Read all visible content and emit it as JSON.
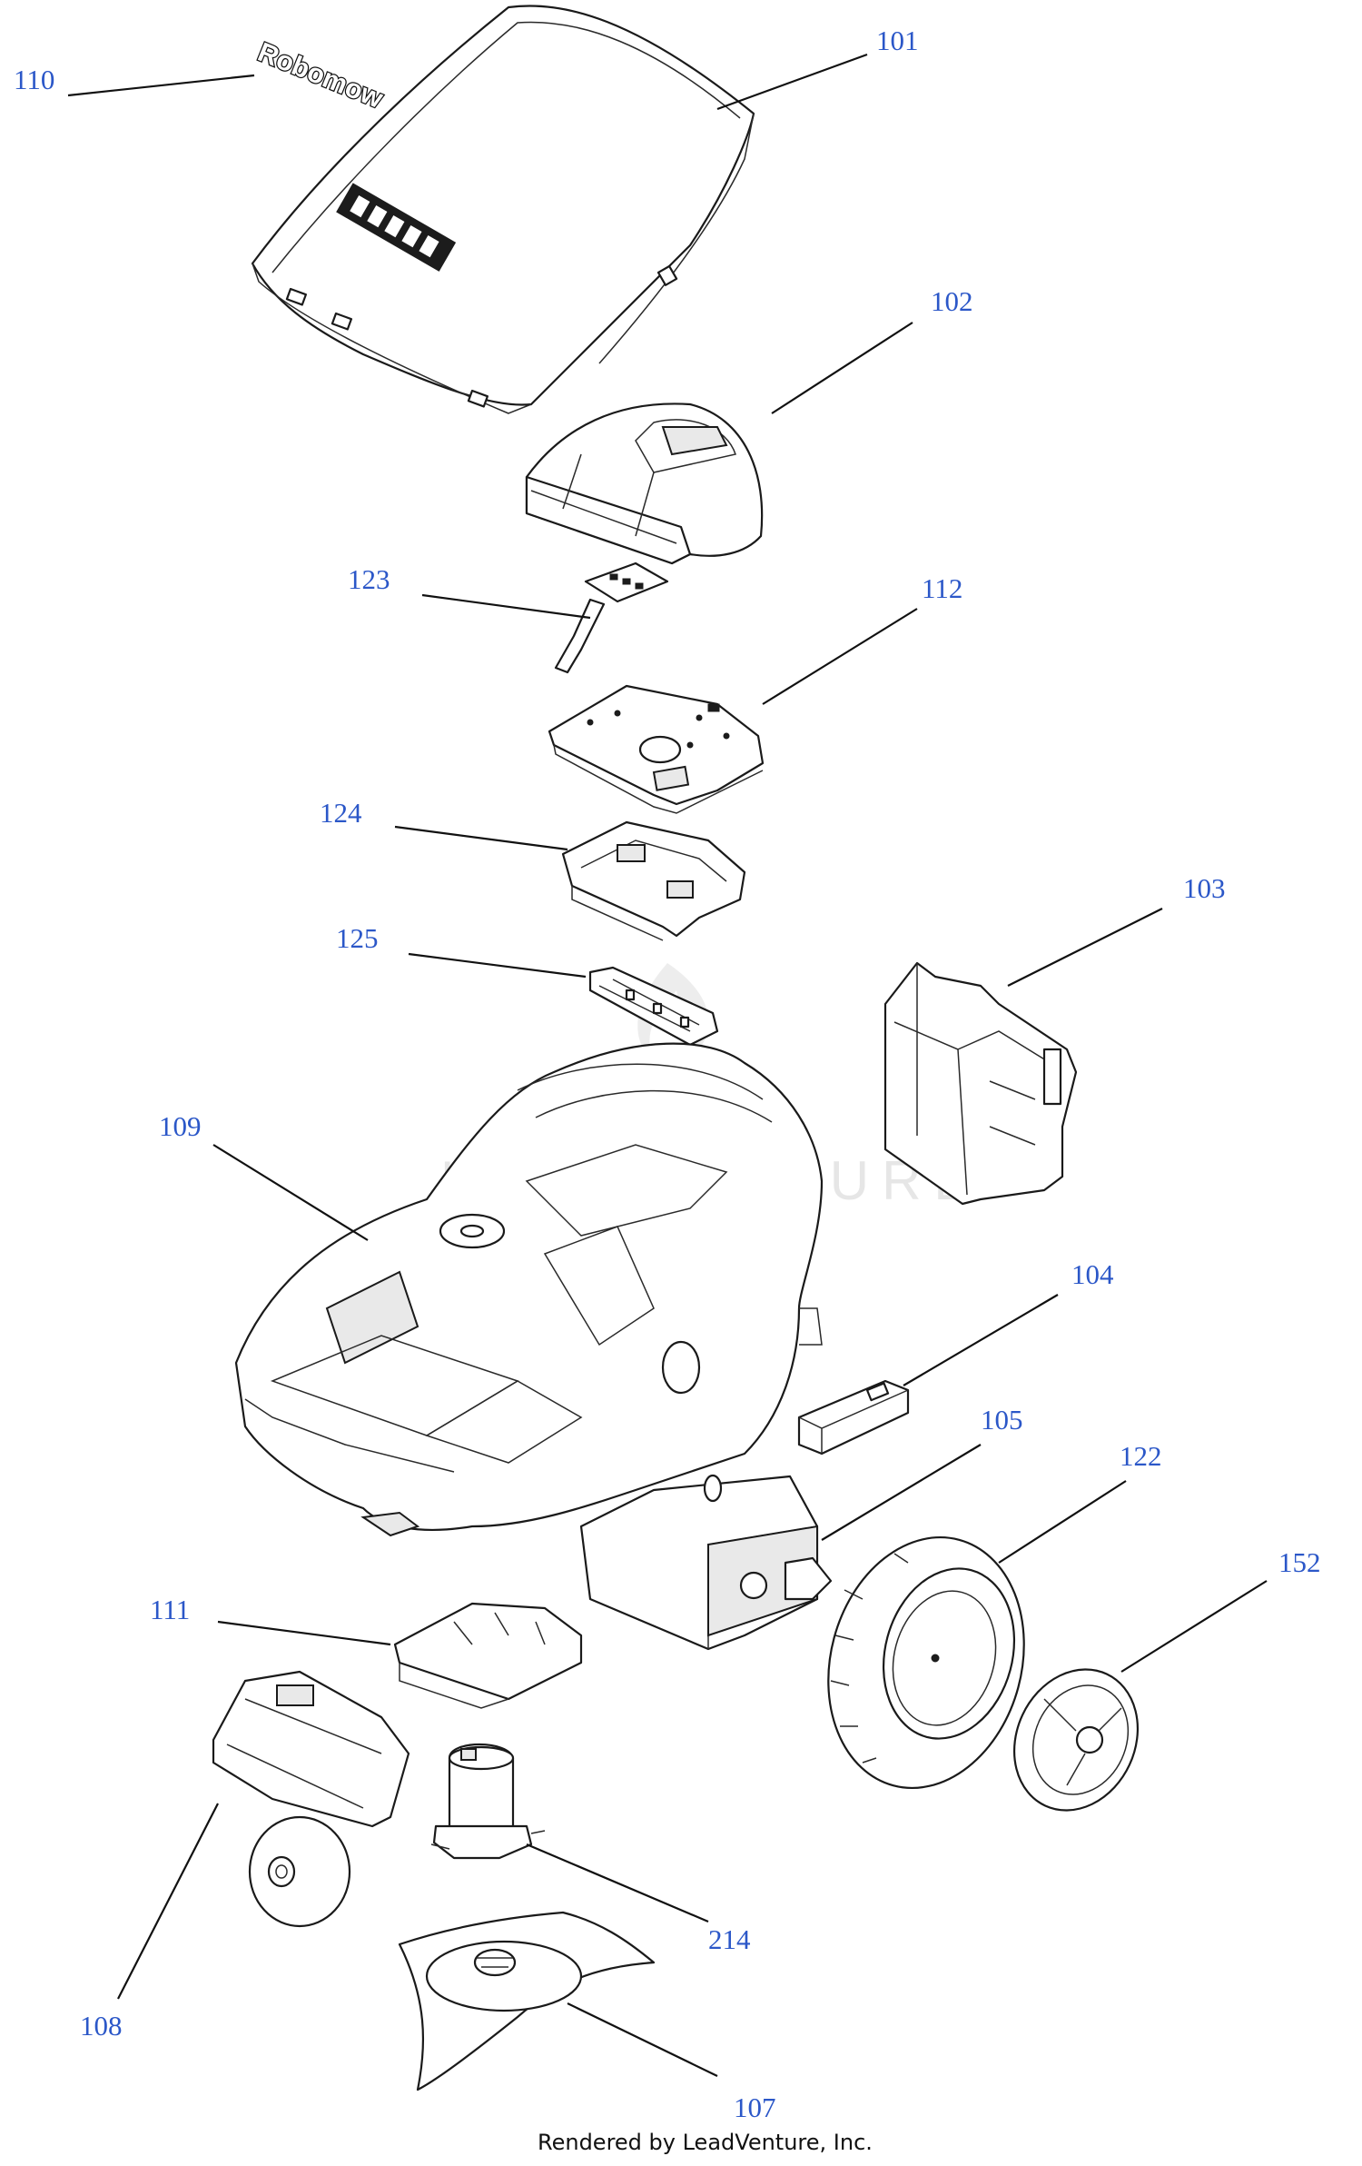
{
  "diagram": {
    "callouts": [
      {
        "id": "110",
        "label": "110"
      },
      {
        "id": "101",
        "label": "101"
      },
      {
        "id": "102",
        "label": "102"
      },
      {
        "id": "123",
        "label": "123"
      },
      {
        "id": "112",
        "label": "112"
      },
      {
        "id": "124",
        "label": "124"
      },
      {
        "id": "125",
        "label": "125"
      },
      {
        "id": "103",
        "label": "103"
      },
      {
        "id": "109",
        "label": "109"
      },
      {
        "id": "104",
        "label": "104"
      },
      {
        "id": "105",
        "label": "105"
      },
      {
        "id": "122",
        "label": "122"
      },
      {
        "id": "152",
        "label": "152"
      },
      {
        "id": "111",
        "label": "111"
      },
      {
        "id": "214",
        "label": "214"
      },
      {
        "id": "108",
        "label": "108"
      },
      {
        "id": "107",
        "label": "107"
      }
    ],
    "logo_text": "Robomow",
    "watermark_text": "LEADVENTURE",
    "footer_text": "Rendered by LeadVenture, Inc.",
    "colors": {
      "label": "#2b57c8",
      "line": "#111111",
      "background": "#ffffff"
    }
  }
}
